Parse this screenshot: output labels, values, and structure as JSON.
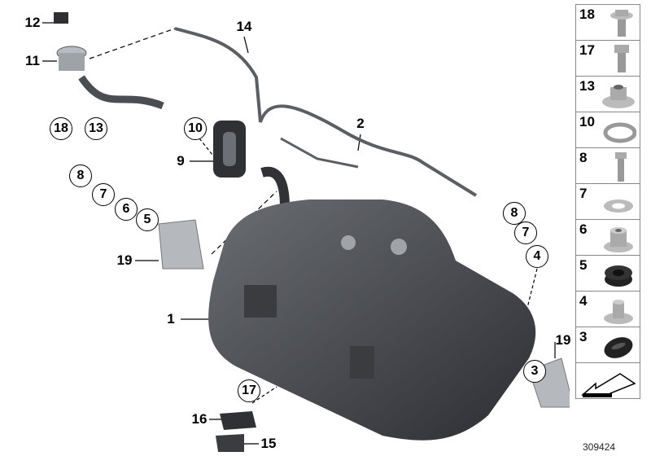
{
  "callouts": {
    "c12": "12",
    "c11": "11",
    "c18": "18",
    "c13": "13",
    "c10": "10",
    "c14": "14",
    "c2": "2",
    "c9": "9",
    "c8a": "8",
    "c7a": "7",
    "c6": "6",
    "c5": "5",
    "c19a": "19",
    "c1": "1",
    "c8b": "8",
    "c7b": "7",
    "c4": "4",
    "c19b": "19",
    "c3": "3",
    "c17": "17",
    "c16": "16",
    "c15": "15"
  },
  "parts_column": [
    "18",
    "17",
    "13",
    "10",
    "8",
    "7",
    "6",
    "5",
    "4",
    "3"
  ],
  "reference_number": "309424"
}
